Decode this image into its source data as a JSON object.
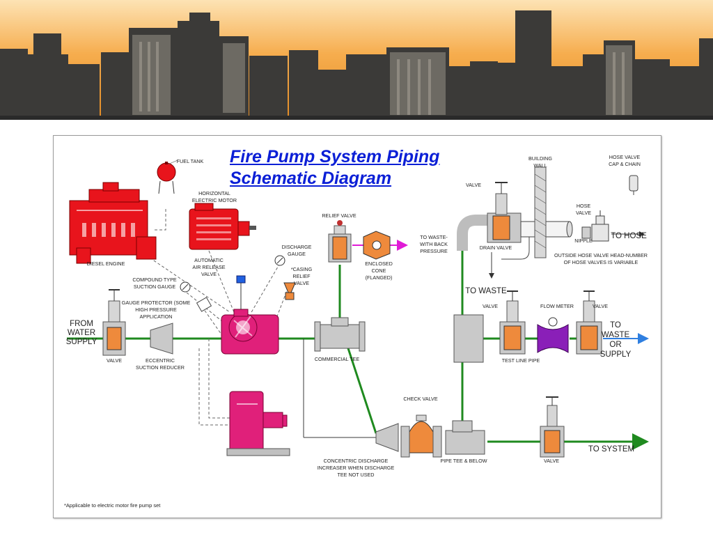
{
  "title": {
    "line1": "Fire Pump System Piping",
    "line2": "Schematic Diagram"
  },
  "labels": {
    "fuel_tank": "FUEL TANK",
    "horizontal_motor_1": "HORIZONTAL",
    "horizontal_motor_2": "ELECTRIC MOTOR",
    "diesel_engine": "DIESEL ENGINE",
    "auto_air_1": "AUTOMATIC",
    "auto_air_2": "AIR RELEASE",
    "auto_air_3": "VALVE",
    "compound_1": "COMPOUND TYPE",
    "compound_2": "SUCTION GAUGE",
    "protector_1": "GAUGE PROTECTOR (SOME",
    "protector_2": "HIGH PRESSURE",
    "protector_3": "APPLICATION",
    "discharge_gauge_1": "DISCHARGE",
    "discharge_gauge_2": "GAUGE",
    "casing_relief_1": "*CASING",
    "casing_relief_2": "RELIEF",
    "casing_relief_3": "VALVE",
    "relief_valve": "RELIEF VALVE",
    "to_waste_back_1": "TO WASTE-",
    "to_waste_back_2": "WITH BACK",
    "to_waste_back_3": "PRESSURE",
    "enclosed_cone_1": "ENCLOSED",
    "enclosed_cone_2": "CONE",
    "enclosed_cone_3": "(FLANGED)",
    "from_water_1": "FROM",
    "from_water_2": "WATER",
    "from_water_3": "SUPPLY",
    "valve_supply": "VALVE",
    "eccentric_1": "ECCENTRIC",
    "eccentric_2": "SUCTION REDUCER",
    "commercial_tee": "COMMERCIAL TEE",
    "building_wall_1": "BUILDING",
    "building_wall_2": "WALL",
    "hose_cap_1": "HOSE VALVE",
    "hose_cap_2": "CAP & CHAIN",
    "valve_top": "VALVE",
    "hose_valve_1": "HOSE",
    "hose_valve_2": "VALVE",
    "nipple": "NIPPLE",
    "to_hose": "TO HOSE",
    "drain_valve": "DRAIN VALVE",
    "outside_1": "OUTSIDE HOSE VALVE HEAD-NUMBER",
    "outside_2": "OF HOSE VALVES IS VARIABLE",
    "to_waste": "TO WASTE",
    "valve_test_left": "VALVE",
    "flow_meter": "FLOW METER",
    "valve_test_right": "VALVE",
    "to_waste_supply_1": "TO",
    "to_waste_supply_2": "WASTE",
    "to_waste_supply_3": "OR",
    "to_waste_supply_4": "SUPPLY",
    "test_line_pipe": "TEST LINE PIPE",
    "check_valve": "CHECK VALVE",
    "concentric_1": "CONCENTRIC DISCHARGE",
    "concentric_2": "INCREASER WHEN DISCHARGE",
    "concentric_3": "TEE NOT USED",
    "pipe_tee_below": "PIPE TEE & BELOW",
    "valve_system": "VALVE",
    "to_system": "TO SYSTEM",
    "footnote": "*Applicable to electric motor fire pump set"
  },
  "colors": {
    "title": "#0b1fd6",
    "pipe_green": "#1f8a1f",
    "pipe_blue": "#2f7fe0",
    "pipe_magenta": "#e01bd6",
    "valve_orange": "#ee8a3c",
    "engine_red": "#e8141c",
    "pump_magenta": "#e0207a",
    "banner_orange": "#f2a541"
  }
}
